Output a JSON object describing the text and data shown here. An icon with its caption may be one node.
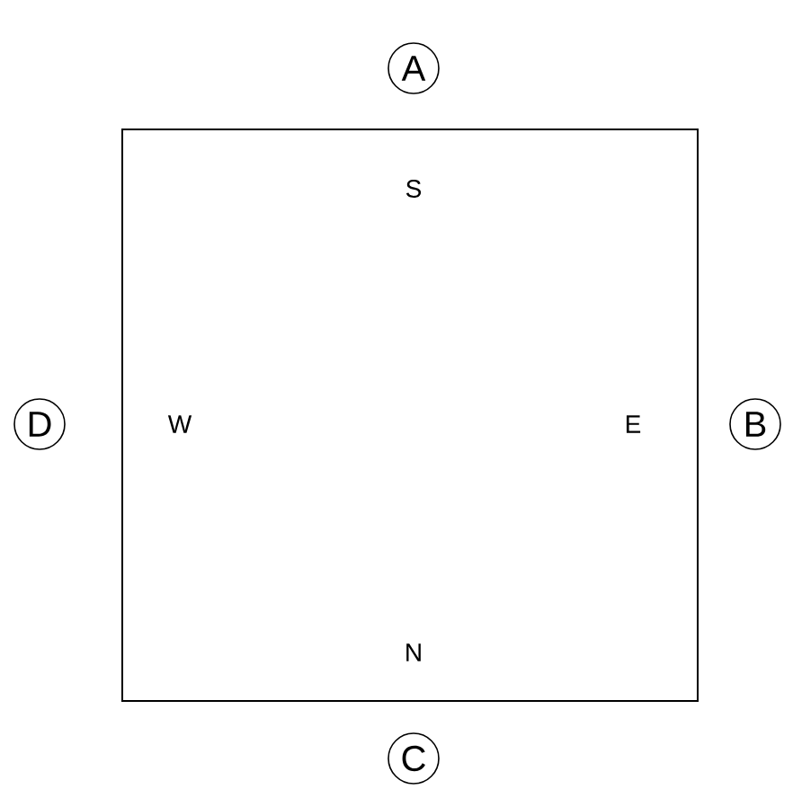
{
  "diagram": {
    "nodes": [
      {
        "text": [
          "S",
          "W",
          "E",
          "N"
        ]
      },
      {
        "text": [
          "A"
        ]
      },
      {
        "text": [
          "B"
        ]
      },
      {
        "text": [
          "C"
        ]
      },
      {
        "text": [
          "D"
        ]
      }
    ]
  }
}
